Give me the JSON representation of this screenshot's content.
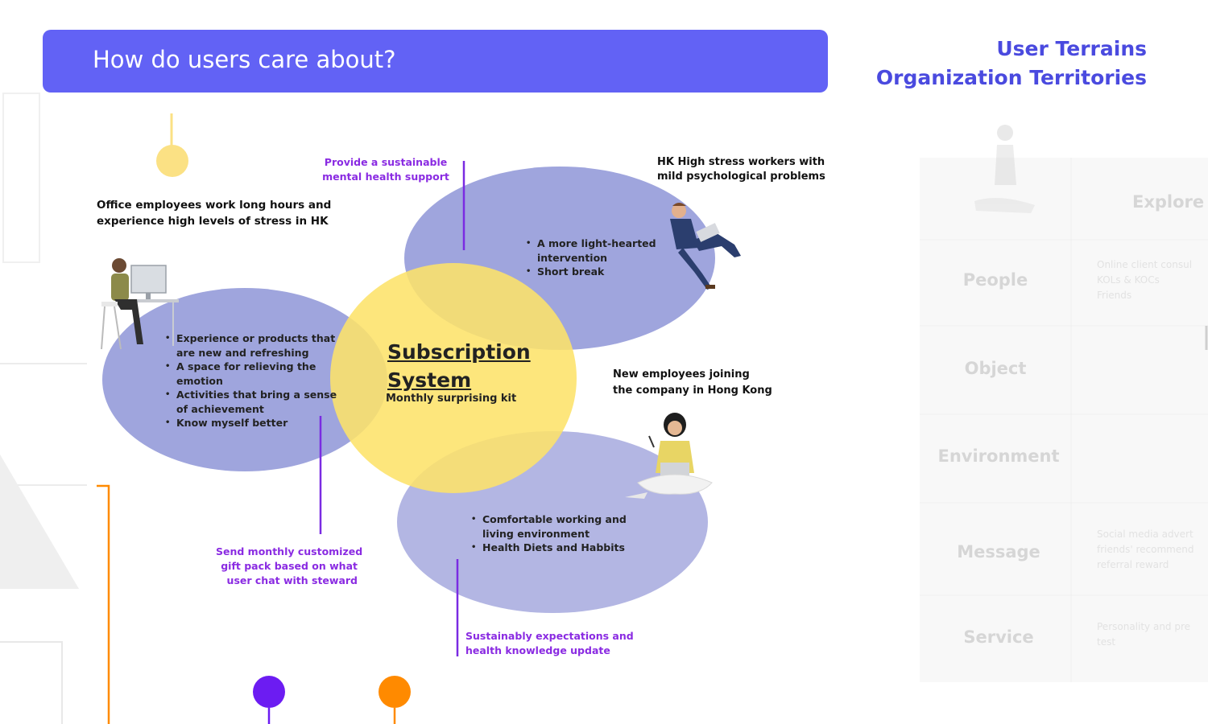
{
  "header": {
    "title": "How do users care about?"
  },
  "top_right": {
    "line1": "User Terrains",
    "line2": "Organization Territories"
  },
  "center": {
    "title_line1": "Subscription ",
    "title_line2": "System",
    "subtitle": "Monthly surprising  kit"
  },
  "left_circle": {
    "caption_line1": "Office employees work long hours and",
    "caption_line2": "experience high levels of stress in HK",
    "bullets": [
      [
        "Experience or products that",
        "are new and refreshing"
      ],
      [
        "A space for relieving the",
        "emotion"
      ],
      [
        "Activities that bring a sense",
        "of achievement"
      ],
      [
        "Know myself better"
      ]
    ],
    "purple_note": [
      "Send monthly customized",
      "gift pack based on what",
      "user chat with steward"
    ]
  },
  "top_circle": {
    "caption_line1": "HK High stress workers with",
    "caption_line2": "mild psychological problems",
    "bullets": [
      [
        "A more light-hearted",
        "intervention"
      ],
      [
        "Short break"
      ]
    ],
    "purple_note": [
      "Provide a sustainable",
      "mental health support"
    ]
  },
  "bottom_circle": {
    "caption_line1": "New employees joining",
    "caption_line2": "the company in Hong Kong",
    "bullets": [
      [
        "Comfortable working and",
        "living environment"
      ],
      [
        "Health Diets and Habbits"
      ]
    ],
    "purple_note": [
      "Sustainably expectations and",
      "health knowledge update"
    ]
  },
  "faded_table": {
    "header": "Explore",
    "rows": [
      {
        "label": "People",
        "items": [
          "Online client consul",
          "KOLs & KOCs",
          "Friends"
        ]
      },
      {
        "label": "Object",
        "items": []
      },
      {
        "label": "Environment",
        "items": []
      },
      {
        "label": "Message",
        "items": [
          "Social media advert",
          "friends' recommend",
          "referral reward"
        ]
      },
      {
        "label": "Service",
        "items": [
          "Personality and pre",
          "test"
        ]
      }
    ]
  },
  "colors": {
    "header_bg": "#6262f5",
    "ellipse": "#9fa5dd",
    "center_circle": "#fde36a",
    "purple_accent": "#7a2be2",
    "orange_accent": "#ff8a00",
    "yellow_dot": "#fbe184"
  }
}
